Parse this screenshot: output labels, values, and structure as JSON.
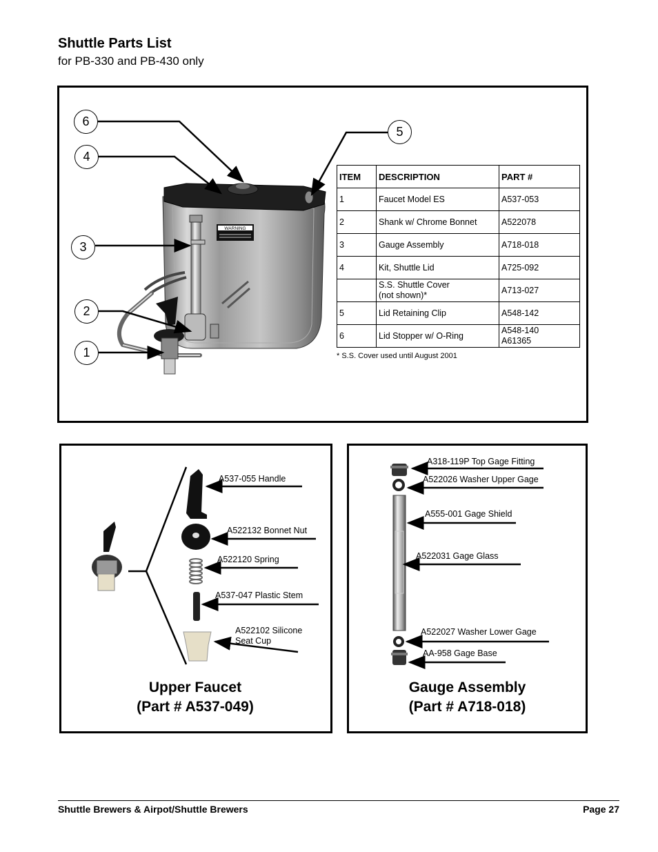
{
  "header": {
    "title": "Shuttle Parts List",
    "subtitle": "for PB-330 and PB-430 only"
  },
  "callouts": [
    "6",
    "4",
    "3",
    "2",
    "1",
    "5"
  ],
  "parts_table": {
    "headers": [
      "ITEM",
      "DESCRIPTION",
      "PART #"
    ],
    "rows": [
      {
        "item": "1",
        "description": "Faucet Model ES",
        "part": "A537-053"
      },
      {
        "item": "2",
        "description": "Shank w/ Chrome Bonnet",
        "part": "A522078"
      },
      {
        "item": "3",
        "description": "Gauge Assembly",
        "part": "A718-018"
      },
      {
        "item": "4",
        "description": "Kit, Shuttle Lid",
        "part": "A725-092"
      },
      {
        "item": "",
        "description": "S.S. Shuttle Cover",
        "description2": "(not shown)*",
        "part": "A713-027"
      },
      {
        "item": "5",
        "description": "Lid Retaining Clip",
        "part": "A548-142"
      },
      {
        "item": "6",
        "description": "Lid Stopper w/ O-Ring",
        "part": "A548-140",
        "part2": "A61365"
      }
    ],
    "footnote": "* S.S. Cover used until August 2001"
  },
  "warning_label": "WARNING",
  "faucet": {
    "title_line1": "Upper Faucet",
    "title_line2": "(Part # A537-049)",
    "labels": {
      "handle": "A537-055 Handle",
      "bonnet_nut": "A522132 Bonnet Nut",
      "spring": "A522120 Spring",
      "stem": "A537-047 Plastic Stem",
      "cup1": "A522102 Silicone",
      "cup2": "Seat Cup"
    }
  },
  "gauge": {
    "title_line1": "Gauge Assembly",
    "title_line2": "(Part # A718-018)",
    "labels": {
      "top_fitting": "A318-119P Top Gage Fitting",
      "washer_upper": "A522026 Washer Upper Gage",
      "shield": "A555-001 Gage Shield",
      "glass": "A522031 Gage Glass",
      "washer_lower": "A522027 Washer Lower Gage",
      "base": "AA-958 Gage Base"
    }
  },
  "footer": {
    "left": "Shuttle Brewers & Airpot/Shuttle Brewers",
    "right": "Page 27"
  }
}
